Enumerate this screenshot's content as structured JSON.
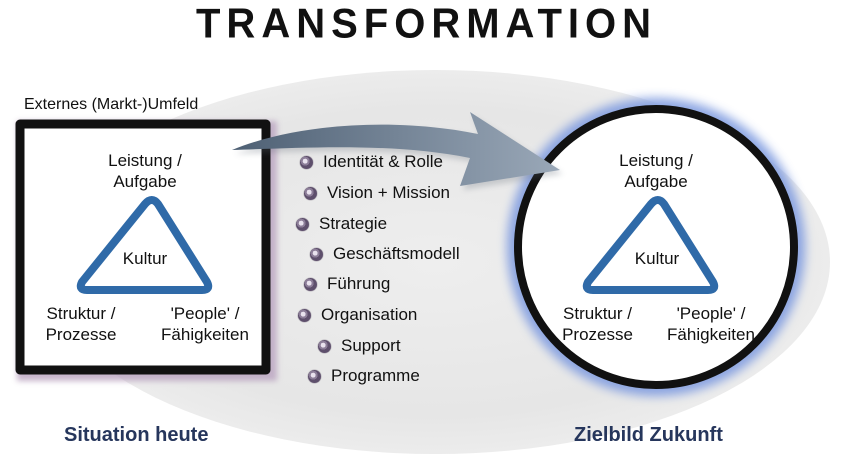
{
  "title": "TRANSFORMATION",
  "environment_label": "Externes (Markt-)Umfeld",
  "left_model": {
    "top_label_line1": "Leistung /",
    "top_label_line2": "Aufgabe",
    "center_label": "Kultur",
    "bottom_left_line1": "Struktur /",
    "bottom_left_line2": "Prozesse",
    "bottom_right_line1": "'People' /",
    "bottom_right_line2": "Fähigkeiten",
    "caption": "Situation heute"
  },
  "right_model": {
    "top_label_line1": "Leistung /",
    "top_label_line2": "Aufgabe",
    "center_label": "Kultur",
    "bottom_left_line1": "Struktur /",
    "bottom_left_line2": "Prozesse",
    "bottom_right_line1": "'People' /",
    "bottom_right_line2": "Fähigkeiten",
    "caption": "Zielbild Zukunft"
  },
  "transformation_items": [
    "Identität & Rolle",
    "Vision + Mission",
    "Strategie",
    "Geschäftsmodell",
    "Führung",
    "Organisation",
    "Support",
    "Programme"
  ],
  "colors": {
    "triangle": "#2f6aa8",
    "caption": "#26365c",
    "ellipse": "#e9e9e9",
    "arrow": "#6d7f93",
    "glow": "#7f9be0"
  }
}
